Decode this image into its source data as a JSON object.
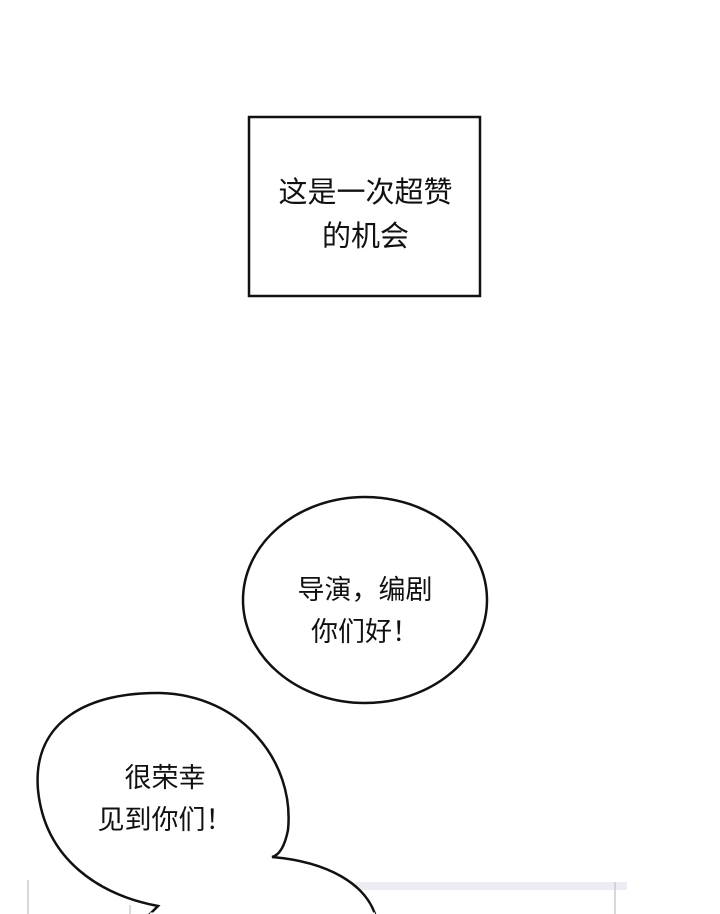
{
  "narration_box": {
    "lines": [
      "这是一次超赞",
      "的机会"
    ]
  },
  "bubble_1": {
    "lines": [
      "导演，编剧",
      "你们好！"
    ]
  },
  "bubble_2": {
    "lines": [
      "很荣幸",
      "见到你们！"
    ]
  }
}
